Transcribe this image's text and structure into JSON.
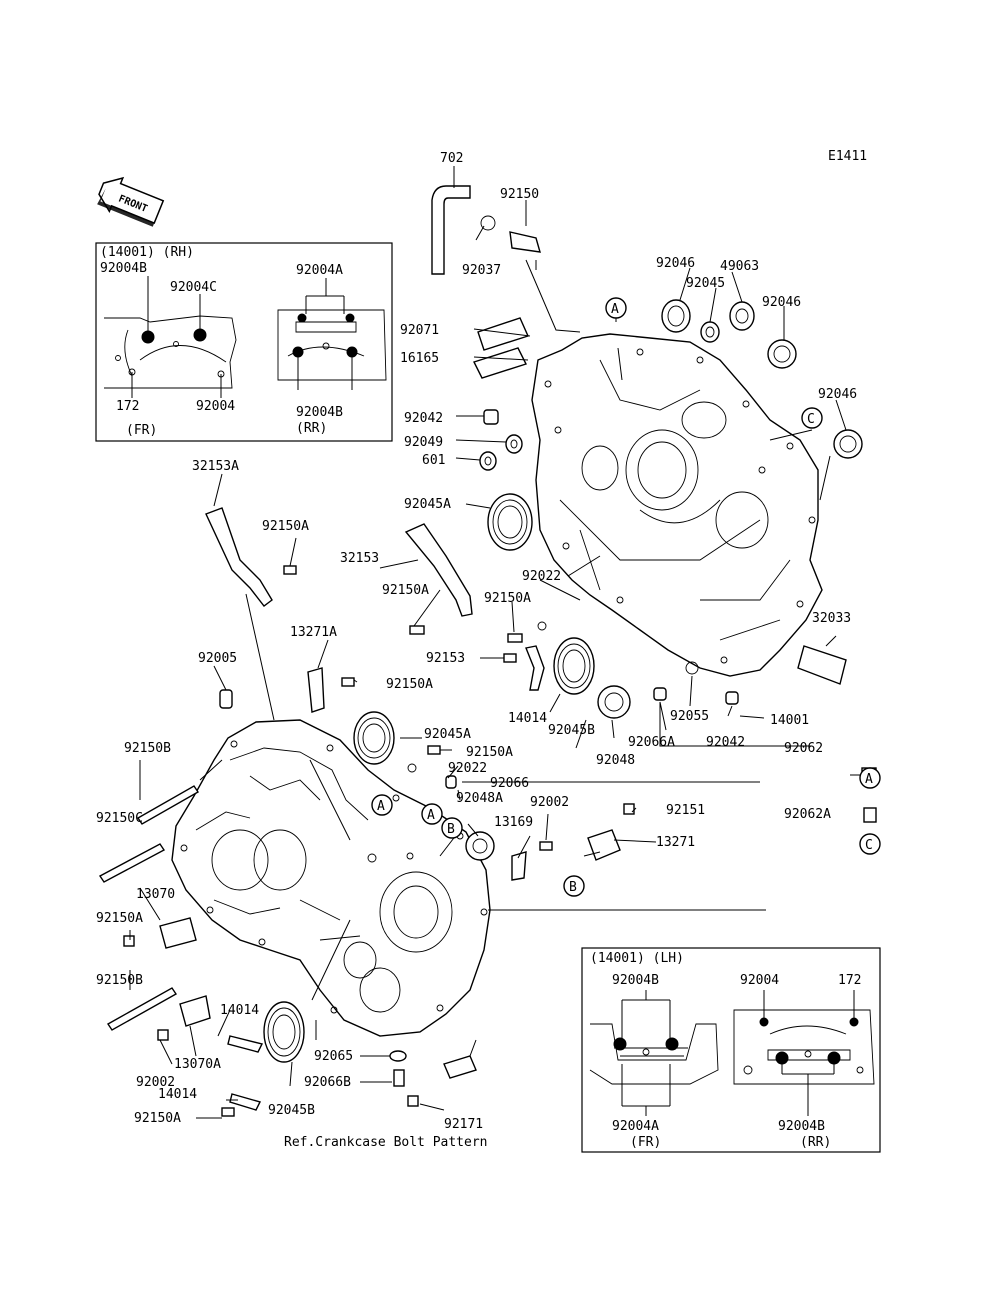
{
  "diagram_code": "E1411",
  "front_arrow": "FRONT",
  "caption": "Ref.Crankcase Bolt Pattern",
  "inset_rh": {
    "title": "(14001) (RH)",
    "labels": [
      "92004B",
      "92004C",
      "92004A",
      "172",
      "92004",
      "92004B",
      "(FR)",
      "(RR)"
    ]
  },
  "inset_lh": {
    "title": "(14001) (LH)",
    "labels": [
      "92004B",
      "92004",
      "172",
      "92004A",
      "92004B",
      "(FR)",
      "(RR)"
    ]
  },
  "callout_markers": [
    "A",
    "B",
    "C"
  ],
  "part_labels": [
    "702",
    "92150",
    "92037",
    "92046",
    "49063",
    "92045",
    "92046",
    "92071",
    "16165",
    "92046",
    "92042",
    "92049",
    "601",
    "92045A",
    "32153A",
    "92150A",
    "32153",
    "92150A",
    "92022",
    "92150A",
    "13271A",
    "92005",
    "92150A",
    "92153",
    "32033",
    "14014",
    "92045B",
    "92048",
    "92066A",
    "92055",
    "92042",
    "14001",
    "92062",
    "92045A",
    "92150A",
    "92022",
    "92066",
    "92150B",
    "92150C",
    "92048A",
    "92002",
    "13169",
    "92151",
    "13271",
    "92062A",
    "13070",
    "92150A",
    "92150B",
    "14014",
    "13070A",
    "92002",
    "92065",
    "92066B",
    "14014",
    "92045B",
    "92150A",
    "92171"
  ]
}
